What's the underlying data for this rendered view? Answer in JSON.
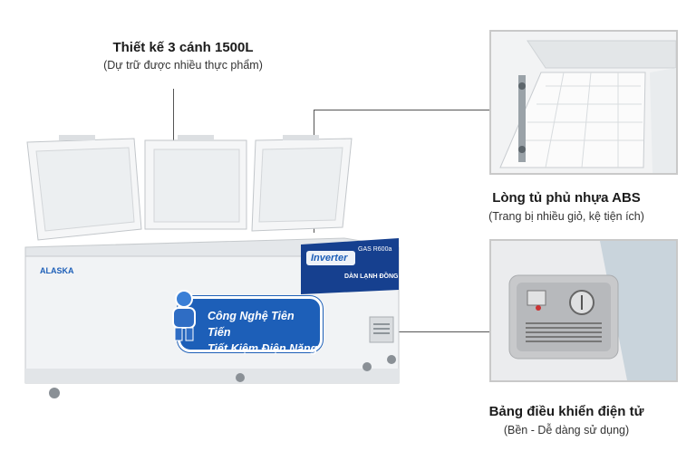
{
  "feature_1": {
    "title": "Thiết kế 3 cánh 1500L",
    "subtitle": "(Dự trữ được nhiều thực phẩm)"
  },
  "feature_2": {
    "title": "Lòng tủ phủ nhựa ABS",
    "subtitle": "(Trang bị nhiều giỏ, kệ tiện ích)"
  },
  "feature_3": {
    "title": "Bảng điều khiển điện tử",
    "subtitle": "(Bền - Dễ dàng sử dụng)"
  },
  "product": {
    "brand": "ALASKA",
    "slogan_line_1": "Công Nghệ Tiên Tiến",
    "slogan_line_2": "Tiết Kiệm Điện Năng",
    "badge": "Inverter",
    "sticker_line_1": "GAS R600a",
    "sticker_line_2": "DÀN LẠNH ĐỒNG"
  },
  "colors": {
    "accent_blue": "#1d5fb8",
    "freezer_white": "#f3f5f7",
    "callout_line": "#555555"
  }
}
